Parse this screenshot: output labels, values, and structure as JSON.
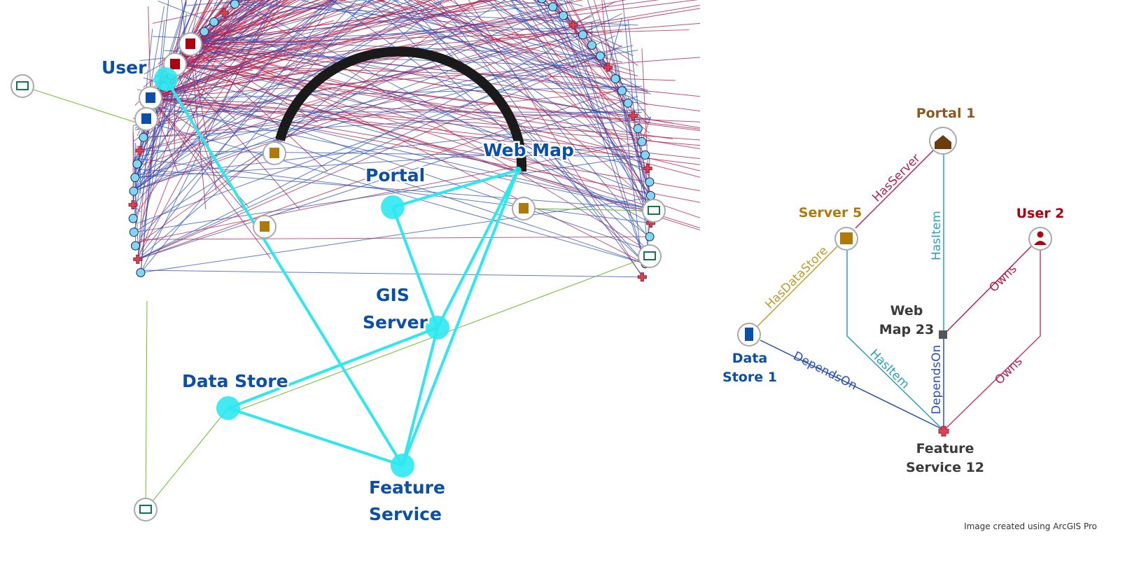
{
  "overview_graph": {
    "hub_labels": {
      "user": "User",
      "portal": "Portal",
      "web_map": "Web Map",
      "gis_server_1": "GIS",
      "gis_server_2": "Server",
      "data_store": "Data Store",
      "feature_service_1": "Feature",
      "feature_service_2": "Service"
    },
    "colors": {
      "owns": "#b5224e",
      "depends_on": "#2a4fb8",
      "has_item": "#2aa0c0",
      "highlight": "#2ee8f0",
      "client": "#6abf2a",
      "arc": "#1a1a1a"
    }
  },
  "detail_graph": {
    "nodes": {
      "portal": {
        "label": "Portal 1",
        "color": "#8b5a1e",
        "icon": "portal-house-icon"
      },
      "server": {
        "label": "Server 5",
        "color": "#b07a0a",
        "icon": "server-icon"
      },
      "user": {
        "label": "User 2",
        "color": "#b00010",
        "icon": "user-icon"
      },
      "web_map": {
        "label_1": "Web",
        "label_2": "Map 23",
        "color": "#3a3a3a",
        "icon": "web-map-square-icon"
      },
      "data_store": {
        "label_1": "Data",
        "label_2": "Store 1",
        "color": "#0b4fa8",
        "icon": "data-store-door-icon"
      },
      "feature_service": {
        "label_1": "Feature",
        "label_2": "Service 12",
        "color": "#3a3a3a",
        "icon": "feature-service-plus-icon"
      }
    },
    "edges": {
      "has_server": "HasServer",
      "has_item_portal": "HasItem",
      "has_data_store": "HasDataStore",
      "owns_map": "Owns",
      "owns_service": "Owns",
      "depends_on_store": "DependsOn",
      "has_item_server": "HasItem",
      "depends_on_map": "DependsOn"
    }
  },
  "credit": "Image created using ArcGIS Pro"
}
